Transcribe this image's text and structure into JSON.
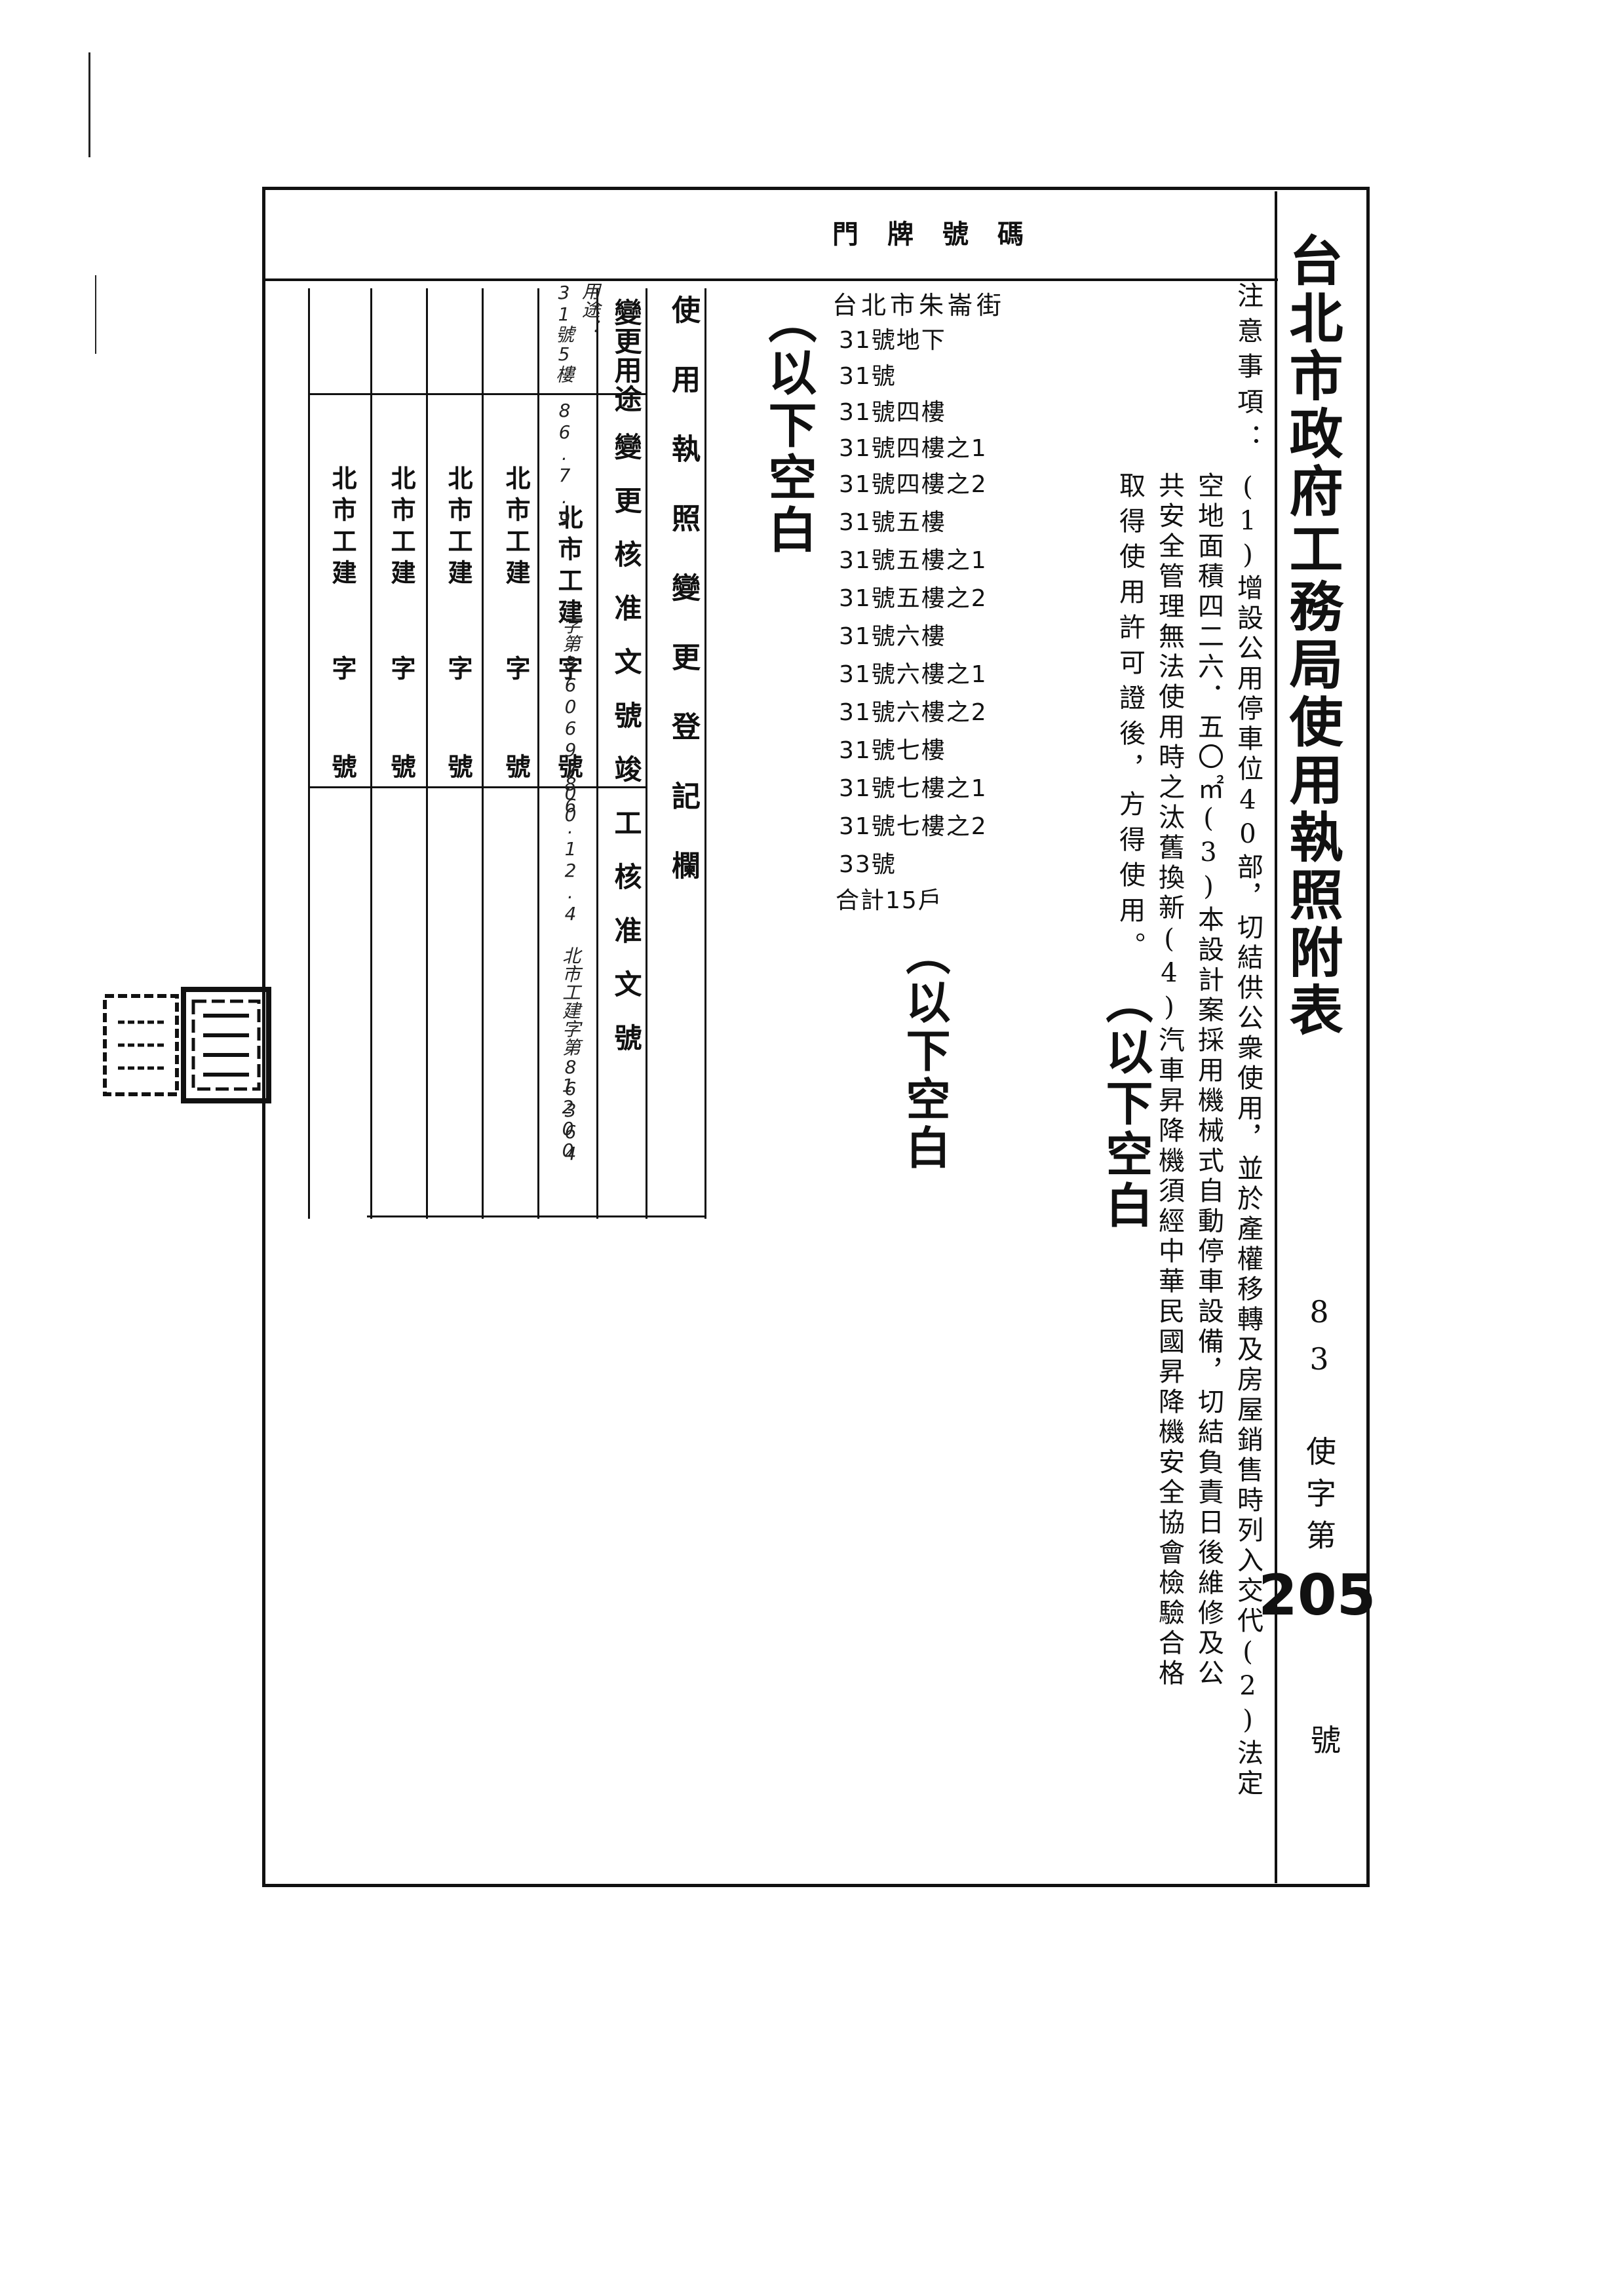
{
  "document": {
    "title": "台北市政府工務局使用執照附表",
    "doc_no_prefix": "83 使字第",
    "doc_no_number": "205",
    "doc_no_suffix": "號"
  },
  "notes": {
    "heading": "注意事項：",
    "lines": [
      "(1)增設公用停車位40部，切結供公衆使用，並於產權移轉及房屋銷售時列入交代(2)法定",
      "空地面積四二六．五〇㎡(3)本設計案採用機械式自動停車設備，切結負責日後維修及公",
      "共安全管理無法使用時之汰舊換新(4)汽車昇降機須經中華民國昇降機安全協會檢驗合格",
      "取得使用許可證後，方得使用。"
    ],
    "blank_mark": "（以下空白"
  },
  "door_numbers": {
    "header": "門牌號碼",
    "street": "台北市朱崙街",
    "items": [
      "31號地下",
      "31號",
      "31號四樓",
      "31號四樓之1",
      "31號四樓之2",
      "31號五樓",
      "31號五樓之1",
      "31號五樓之2",
      "31號六樓",
      "31號六樓之1",
      "31號六樓之2",
      "31號七樓",
      "31號七樓之1",
      "31號七樓之2",
      "33號"
    ],
    "total": "合計15戶",
    "blank_mark": "（以下空白"
  },
  "change_table": {
    "header": "使用執照變更登記欄",
    "row1_left": "變更用途",
    "row1_right": "變更核准文號竣工核准文號",
    "stamps": [
      "北市工建",
      "北市工建",
      "北市工建",
      "北市工建",
      "北市工建"
    ],
    "stamp_suffix": "字",
    "stamp_suffix2": "號",
    "handwritten_1": "用途：",
    "handwritten_2": "31號5樓",
    "handwritten_3": "86.7.9.",
    "handwritten_4": "字第86069700",
    "handwritten_5": "86.12.4 北市工建字第86364",
    "handwritten_6": "1200",
    "blank_mark": "（以下空白"
  }
}
